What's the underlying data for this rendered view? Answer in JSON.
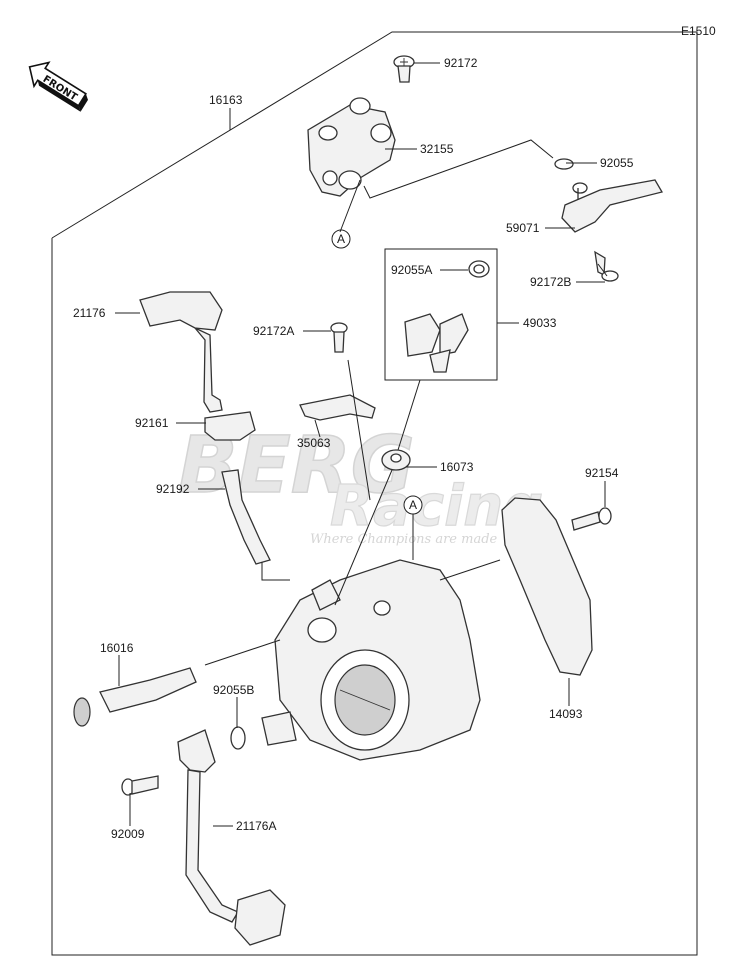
{
  "diagram_code": "E1510",
  "front_badge": "FRONT",
  "watermark": {
    "brand": "BERG",
    "sub": "Racing",
    "tagline": "Where Champions are made"
  },
  "ref_marker": "A",
  "parts": [
    {
      "id": "p16163",
      "label": "16163"
    },
    {
      "id": "p92172",
      "label": "92172"
    },
    {
      "id": "p32155",
      "label": "32155"
    },
    {
      "id": "p92055",
      "label": "92055"
    },
    {
      "id": "p59071",
      "label": "59071"
    },
    {
      "id": "p92172B",
      "label": "92172B"
    },
    {
      "id": "p92055A",
      "label": "92055A"
    },
    {
      "id": "p49033",
      "label": "49033"
    },
    {
      "id": "p21176",
      "label": "21176"
    },
    {
      "id": "p92172A",
      "label": "92172A"
    },
    {
      "id": "p92161",
      "label": "92161"
    },
    {
      "id": "p35063",
      "label": "35063"
    },
    {
      "id": "p16073",
      "label": "16073"
    },
    {
      "id": "p92192",
      "label": "92192"
    },
    {
      "id": "p92154",
      "label": "92154"
    },
    {
      "id": "p16016",
      "label": "16016"
    },
    {
      "id": "p92055B",
      "label": "92055B"
    },
    {
      "id": "p14093",
      "label": "14093"
    },
    {
      "id": "p92009",
      "label": "92009"
    },
    {
      "id": "p21176A",
      "label": "21176A"
    }
  ]
}
